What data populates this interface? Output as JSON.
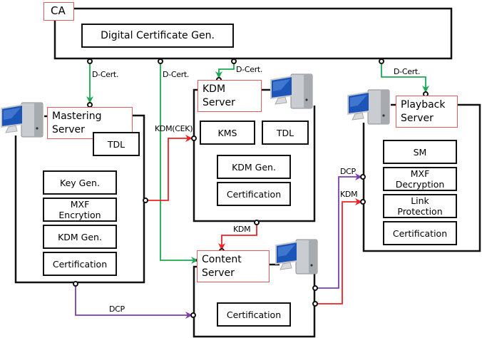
{
  "ca": {
    "title": "CA",
    "module": "Digital Certificate Gen."
  },
  "mastering_server": {
    "title_line1": "Mastering",
    "title_line2": "Server",
    "modules": [
      "TDL",
      "Key Gen.",
      "MXF Encrytion",
      "KDM Gen.",
      "Certification"
    ]
  },
  "kdm_server": {
    "title_line1": "KDM",
    "title_line2": "Server",
    "modules": [
      "KMS",
      "TDL",
      "KDM Gen.",
      "Certification"
    ]
  },
  "content_server": {
    "title_line1": "Content",
    "title_line2": "Server",
    "modules": [
      "Certification"
    ]
  },
  "playback_server": {
    "title_line1": "Playback",
    "title_line2": "Server",
    "modules": [
      "SM",
      "MXF Decryption",
      "Link Protection",
      "Certification"
    ]
  },
  "flows": {
    "d_cert_mastering": "D-Cert.",
    "d_cert_content": "D-Cert.",
    "d_cert_kdm": "D-Cert.",
    "d_cert_playback": "D-Cert.",
    "kdm_cek": "KDM(CEK)",
    "kdm_to_content": "KDM",
    "dcp_to_content": "DCP",
    "dcp_to_playback": "DCP",
    "kdm_to_playback": "KDM"
  },
  "colors": {
    "d_cert": "#1aab4f",
    "kdm": "#ee2222",
    "dcp": "#7a3fb0",
    "title_border": "#e85a5a",
    "box_border": "#111111"
  }
}
